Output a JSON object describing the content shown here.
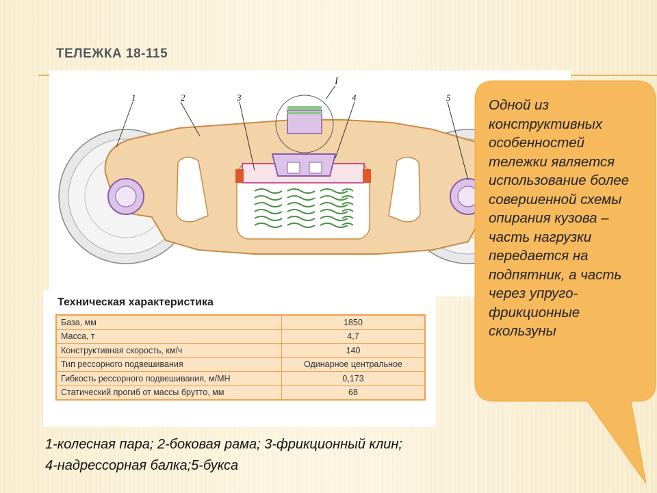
{
  "slide": {
    "title": "ТЕЛЕЖКА 18-115"
  },
  "drawing": {
    "labels": [
      "1",
      "2",
      "3",
      "4",
      "5"
    ],
    "detail_label": "I",
    "colors": {
      "frame": "#f3d3a8",
      "frame_stroke": "#c98a44",
      "spring": "#8fc98a",
      "violet": "#c9a6d9",
      "wheel": "#e6e6e6"
    }
  },
  "spec": {
    "title": "Техническая характеристика",
    "rows": [
      {
        "name": "База, мм",
        "value": "1850"
      },
      {
        "name": "Масса, т",
        "value": "4,7"
      },
      {
        "name": "Конструктивная скорость, км/ч",
        "value": "140"
      },
      {
        "name": "Тип рессорного подвешивания",
        "value": "Одинарное центральное"
      },
      {
        "name": "Гибкость рессорного подвешивания, м/МН",
        "value": "0,173"
      },
      {
        "name": "Статический прогиб от массы брутто, мм",
        "value": "68"
      }
    ]
  },
  "legend": {
    "line1": "1-колесная пара; 2-боковая рама; 3-фрикционный клин;",
    "line2": "4-надрессорная балка;5-букса"
  },
  "callout": {
    "lines": [
      "Одной из",
      "конструктивных",
      "особенностей",
      "тележки является",
      "использование более",
      "совершенной схемы",
      "опирания кузова –",
      "часть нагрузки",
      "передается на",
      "подпятник, а часть",
      "через упруго-",
      "фрикционные",
      "скользуны"
    ],
    "color": "#f6b95c"
  }
}
